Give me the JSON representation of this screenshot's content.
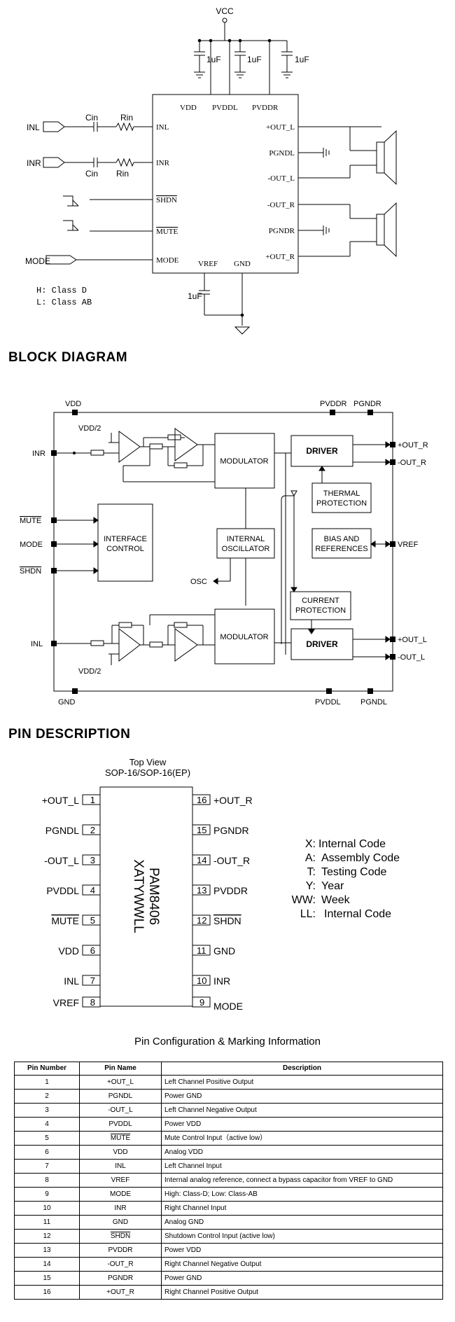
{
  "app": {
    "title": "PAM8406",
    "sections": {
      "block_diagram": "BLOCK DIAGRAM",
      "pin_description": "PIN DESCRIPTION"
    }
  },
  "application_circuit": {
    "vcc": "VCC",
    "cap_1uf": "1uF",
    "cin": "Cin",
    "rin": "Rin",
    "inputs": [
      "INL",
      "INR",
      "MODE"
    ],
    "chip_pins_left": [
      "INL",
      "INR",
      "SHDN",
      "MUTE",
      "MODE"
    ],
    "chip_pins_top": [
      "VDD",
      "PVDDL",
      "PVDDR"
    ],
    "chip_pins_right": [
      "+OUT_L",
      "PGNDL",
      "-OUT_L",
      "-OUT_R",
      "PGNDR",
      "+OUT_R"
    ],
    "chip_pins_bottom": [
      "VREF",
      "GND"
    ],
    "mode_notes": [
      "H: Class D",
      "L: Class AB"
    ]
  },
  "block_diagram": {
    "vdd": "VDD",
    "pvddr": "PVDDR",
    "pgndr": "PGNDR",
    "gnd": "GND",
    "pvddl": "PVDDL",
    "pgndl": "PGNDL",
    "vdd2": "VDD/2",
    "inr": "INR",
    "inl": "INL",
    "mute": "MUTE",
    "mode": "MODE",
    "shdn": "SHDN",
    "osc": "OSC",
    "vref": "VREF",
    "out_r_pos": "+OUT_R",
    "out_r_neg": "-OUT_R",
    "out_l_pos": "+OUT_L",
    "out_l_neg": "-OUT_L",
    "modulator": "MODULATOR",
    "driver": "DRIVER",
    "thermal": [
      "THERMAL",
      "PROTECTION"
    ],
    "interface": [
      "INTERFACE",
      "CONTROL"
    ],
    "oscillator": [
      "INTERNAL",
      "OSCILLATOR"
    ],
    "bias": [
      "BIAS AND",
      "REFERENCES"
    ],
    "current": [
      "CURRENT",
      "PROTECTION"
    ]
  },
  "pin_config": {
    "top_view": "Top View",
    "package": "SOP-16/SOP-16(EP)",
    "marking_line1": "PAM8406",
    "marking_line2": "XATYWWLL",
    "left_pins": [
      {
        "num": "1",
        "name": "+OUT_L"
      },
      {
        "num": "2",
        "name": "PGNDL"
      },
      {
        "num": "3",
        "name": "-OUT_L"
      },
      {
        "num": "4",
        "name": "PVDDL"
      },
      {
        "num": "5",
        "name": "MUTE"
      },
      {
        "num": "6",
        "name": "VDD"
      },
      {
        "num": "7",
        "name": "INL"
      },
      {
        "num": "8",
        "name": "VREF"
      }
    ],
    "right_pins": [
      {
        "num": "16",
        "name": "+OUT_R"
      },
      {
        "num": "15",
        "name": "PGNDR"
      },
      {
        "num": "14",
        "name": "-OUT_R"
      },
      {
        "num": "13",
        "name": "PVDDR"
      },
      {
        "num": "12",
        "name": "SHDN"
      },
      {
        "num": "11",
        "name": "GND"
      },
      {
        "num": "10",
        "name": "INR"
      },
      {
        "num": "9",
        "name": "MODE"
      }
    ],
    "legend": [
      {
        "key": "X:",
        "value": "Internal Code"
      },
      {
        "key": "A:",
        "value": "Assembly Code"
      },
      {
        "key": "T:",
        "value": "Testing Code"
      },
      {
        "key": "Y:",
        "value": "Year"
      },
      {
        "key": "WW:",
        "value": "Week"
      },
      {
        "key": "LL:",
        "value": "Internal Code"
      }
    ],
    "caption": "Pin Configuration & Marking Information"
  },
  "pin_table": {
    "headers": [
      "Pin Number",
      "Pin Name",
      "Description"
    ],
    "rows": [
      {
        "num": "1",
        "name": "+OUT_L",
        "desc": "Left Channel Positive Output"
      },
      {
        "num": "2",
        "name": "PGNDL",
        "desc": "Power GND"
      },
      {
        "num": "3",
        "name": "-OUT_L",
        "desc": "Left Channel Negative Output"
      },
      {
        "num": "4",
        "name": "PVDDL",
        "desc": "Power VDD"
      },
      {
        "num": "5",
        "name": "MUTE",
        "desc": "Mute Control Input（active low）"
      },
      {
        "num": "6",
        "name": "VDD",
        "desc": "Analog VDD"
      },
      {
        "num": "7",
        "name": "INL",
        "desc": "Left Channel Input"
      },
      {
        "num": "8",
        "name": "VREF",
        "desc": "Internal analog reference, connect a bypass capacitor from VREF to GND"
      },
      {
        "num": "9",
        "name": "MODE",
        "desc": "High: Class-D; Low: Class-AB"
      },
      {
        "num": "10",
        "name": "INR",
        "desc": "Right Channel Input"
      },
      {
        "num": "11",
        "name": "GND",
        "desc": "Analog GND"
      },
      {
        "num": "12",
        "name": "SHDN",
        "desc": "Shutdown Control Input (active low)"
      },
      {
        "num": "13",
        "name": "PVDDR",
        "desc": "Power VDD"
      },
      {
        "num": "14",
        "name": "-OUT_R",
        "desc": "Right Channel Negative Output"
      },
      {
        "num": "15",
        "name": "PGNDR",
        "desc": "Power GND"
      },
      {
        "num": "16",
        "name": "+OUT_R",
        "desc": "Right Channel Positive Output"
      }
    ]
  }
}
